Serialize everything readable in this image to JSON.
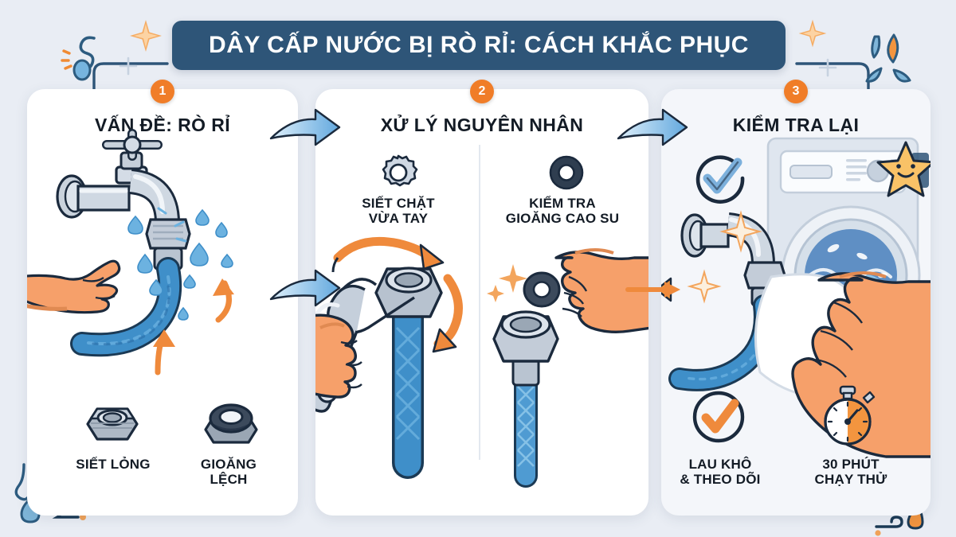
{
  "header": {
    "title": "DÂY CẤP NƯỚC BỊ RÒ RỈ: CÁCH KHẮC PHỤC",
    "bar_color": "#2e5578",
    "text_color": "#ffffff"
  },
  "background": {
    "color": "#e9edf4",
    "accent_orange": "#f07d28",
    "accent_blue": "#4a9ede",
    "ink": "#1b2a3d"
  },
  "panels": [
    {
      "badge": "1",
      "heading": "VẤN ĐỀ: RÒ RỈ",
      "illustration": "leaking-faucet-with-braided-hose-and-pointing-hand",
      "labels": [
        {
          "icon": "hex-nut-icon",
          "text_line1": "SIẾT LỎNG",
          "text_line2": ""
        },
        {
          "icon": "gasket-washer-icon",
          "text_line1": "GIOĂNG",
          "text_line2": "LỆCH"
        }
      ]
    },
    {
      "badge": "2",
      "heading": "XỬ LÝ NGUYÊN NHÂN",
      "illustration": "hand-with-wrench-tightening-nut-and-hand-inspecting-rubber-gasket",
      "labels": [
        {
          "icon": "gear-icon",
          "text_line1": "SIẾT CHẶT",
          "text_line2": "VỪA TAY"
        },
        {
          "icon": "rubber-ring-icon",
          "text_line1": "KIỂM TRA",
          "text_line2": "GIOĂNG CAO SU"
        }
      ]
    },
    {
      "badge": "3",
      "heading": "KIỂM TRA LẠI",
      "illustration": "hand-wiping-faucet-connection-dry-with-cloth-near-washing-machine",
      "labels": [
        {
          "icon": "check-circle-icon",
          "text_line1": "LAU KHÔ",
          "text_line2": "& THEO DÕI"
        },
        {
          "icon": "stopwatch-icon",
          "text_line1": "30 PHÚT",
          "text_line2": "CHẠY THỬ"
        }
      ]
    }
  ],
  "connectors": [
    {
      "name": "arrow-panel1-to-panel2-top",
      "direction": "right"
    },
    {
      "name": "arrow-panel1-to-panel2-mid",
      "direction": "right"
    },
    {
      "name": "arrow-panel2-to-panel3-top",
      "direction": "right"
    },
    {
      "name": "arrow-gasket-to-fitting",
      "direction": "right",
      "color": "#f07d28"
    }
  ],
  "decorations": [
    {
      "name": "sparkle-star-top-left",
      "color": "#f4a35a"
    },
    {
      "name": "sparkle-star-top-right",
      "color": "#f4a35a"
    },
    {
      "name": "water-squiggle-top-left",
      "color": "#5fa8dd"
    },
    {
      "name": "water-splash-top-right",
      "color": "#4a8cbf"
    },
    {
      "name": "water-drop-bottom-left",
      "color": "#6fb0dd"
    },
    {
      "name": "hook-squiggle-bottom-right",
      "color": "#1b3a55"
    },
    {
      "name": "orange-drop-bottom-right",
      "color": "#f4a35a"
    },
    {
      "name": "smiling-star-badge",
      "color": "#f9c267"
    },
    {
      "name": "header-guide-line",
      "color": "#2e5578"
    }
  ]
}
